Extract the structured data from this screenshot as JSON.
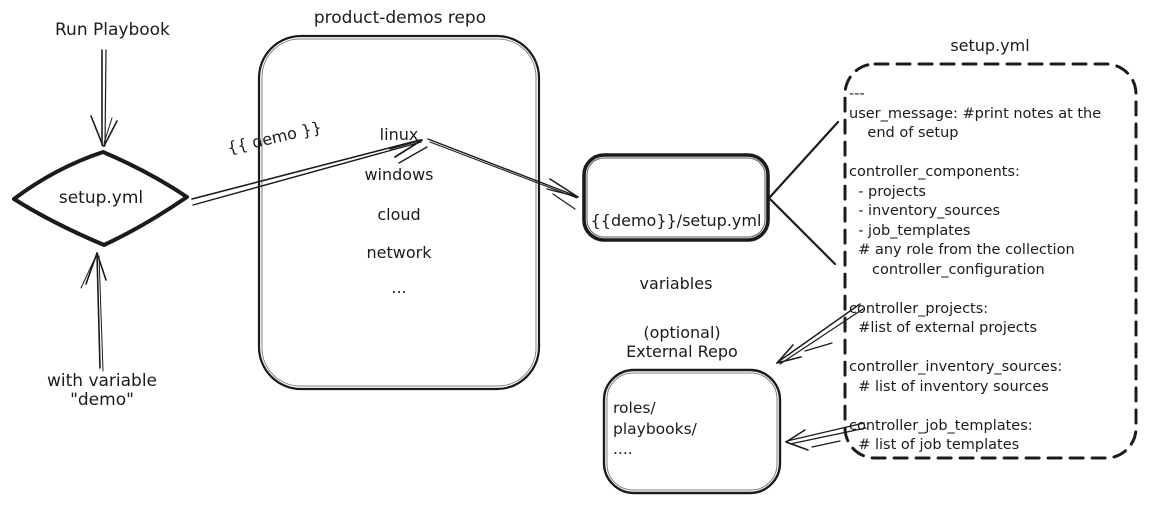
{
  "canvas": {
    "background": "#ffffff",
    "ink": "#1b1b1b"
  },
  "left_flow": {
    "run_playbook_label": "Run Playbook",
    "with_variable_label": "with variable\n\"demo\"",
    "diamond_label": "setup.yml"
  },
  "demo_arrow_label": "{{ demo }}",
  "repo_box": {
    "title": "product-demos repo",
    "items": [
      "linux",
      "windows",
      "cloud",
      "network",
      "..."
    ]
  },
  "variables_box": {
    "line1": "{{demo}}/setup.yml",
    "line2": "variables"
  },
  "setup_yml_panel": {
    "title": "setup.yml",
    "lines": [
      "---",
      "user_message: #print notes at the",
      "    end of setup",
      "",
      "controller_components:",
      "  - projects",
      "  - inventory_sources",
      "  - job_templates",
      "  # any role from the collection",
      "     controller_configuration",
      "",
      "controller_projects:",
      "  #list of external projects",
      "",
      "controller_inventory_sources:",
      "  # list of inventory sources",
      "",
      "controller_job_templates:",
      "  # list of job templates"
    ]
  },
  "external_repo": {
    "label": "(optional)\nExternal Repo",
    "lines": [
      "roles/",
      "playbooks/",
      "...."
    ]
  }
}
